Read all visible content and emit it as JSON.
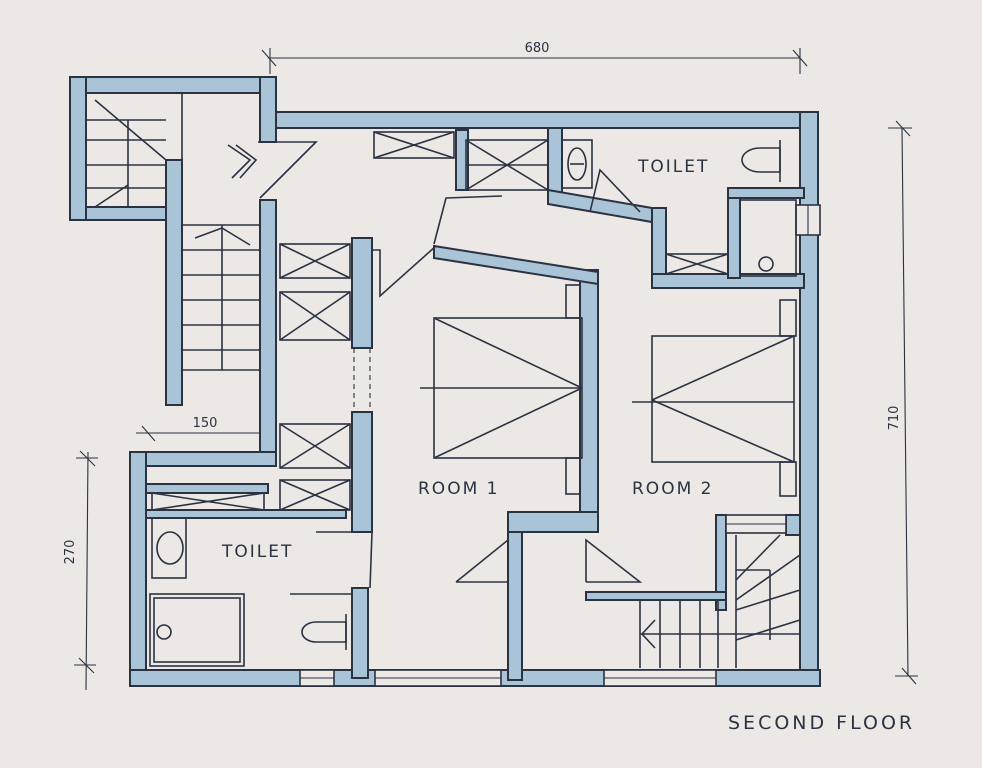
{
  "labels": {
    "toilet_upper": "TOILET",
    "toilet_lower": "TOILET",
    "room1": "ROOM 1",
    "room2": "ROOM 2",
    "floor_title": "SECOND FLOOR"
  },
  "dimensions": {
    "width_total": "680",
    "height_total": "710",
    "left_wing_width": "150",
    "left_wing_height": "270"
  },
  "colors": {
    "wall_fill": "#a9c4d6",
    "ink": "#2b3242",
    "paper": "#ece8e5"
  }
}
